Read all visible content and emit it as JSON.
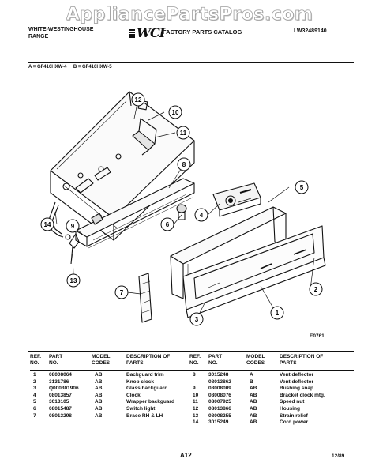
{
  "watermark": "AppliancePartsPros.com",
  "header": {
    "brand_line1": "WHITE-WESTINGHOUSE",
    "brand_line2": "RANGE",
    "logo": "WCI",
    "catalog_title": "FACTORY PARTS CATALOG",
    "catalog_number": "LW32489140",
    "models_line": "A = GF410HXW-4     B = GF410HXW-5"
  },
  "diagram": {
    "id_label": "E0761",
    "callouts": [
      "1",
      "2",
      "3",
      "4",
      "5",
      "6",
      "7",
      "8",
      "9",
      "10",
      "11",
      "12",
      "13",
      "14"
    ]
  },
  "parts_table": {
    "headers": {
      "ref_no": "REF. NO.",
      "part_no": "PART NO.",
      "model_codes": "MODEL CODES",
      "description": "DESCRIPTION OF PARTS"
    },
    "left": [
      {
        "ref": "1",
        "part": "08008064",
        "model": "AB",
        "desc": "Backguard trim"
      },
      {
        "ref": "2",
        "part": "3131786",
        "model": "AB",
        "desc": "Knob clock"
      },
      {
        "ref": "3",
        "part": "Q000301906",
        "model": "AB",
        "desc": "Glass backguard"
      },
      {
        "ref": "4",
        "part": "08013857",
        "model": "AB",
        "desc": "Clock"
      },
      {
        "ref": "5",
        "part": "3013105",
        "model": "AB",
        "desc": "Wrapper backguard"
      },
      {
        "ref": "6",
        "part": "08015487",
        "model": "AB",
        "desc": "Switch light"
      },
      {
        "ref": "7",
        "part": "08013298",
        "model": "AB",
        "desc": "Brace RH & LH"
      }
    ],
    "right": [
      {
        "ref": "8",
        "part": "3015248",
        "model": "A",
        "desc": "Vent deflector"
      },
      {
        "ref": "",
        "part": "08013862",
        "model": "B",
        "desc": "Vent deflector"
      },
      {
        "ref": "9",
        "part": "08008009",
        "model": "AB",
        "desc": "Bushing snap"
      },
      {
        "ref": "10",
        "part": "08008076",
        "model": "AB",
        "desc": "Bracket clock mtg."
      },
      {
        "ref": "11",
        "part": "08007925",
        "model": "AB",
        "desc": "Speed nut"
      },
      {
        "ref": "12",
        "part": "08013866",
        "model": "AB",
        "desc": "Housing"
      },
      {
        "ref": "13",
        "part": "08008255",
        "model": "AB",
        "desc": "Strain relief"
      },
      {
        "ref": "14",
        "part": "3015249",
        "model": "AB",
        "desc": "Cord power"
      }
    ]
  },
  "footer": {
    "page": "A12",
    "date": "12/89"
  }
}
